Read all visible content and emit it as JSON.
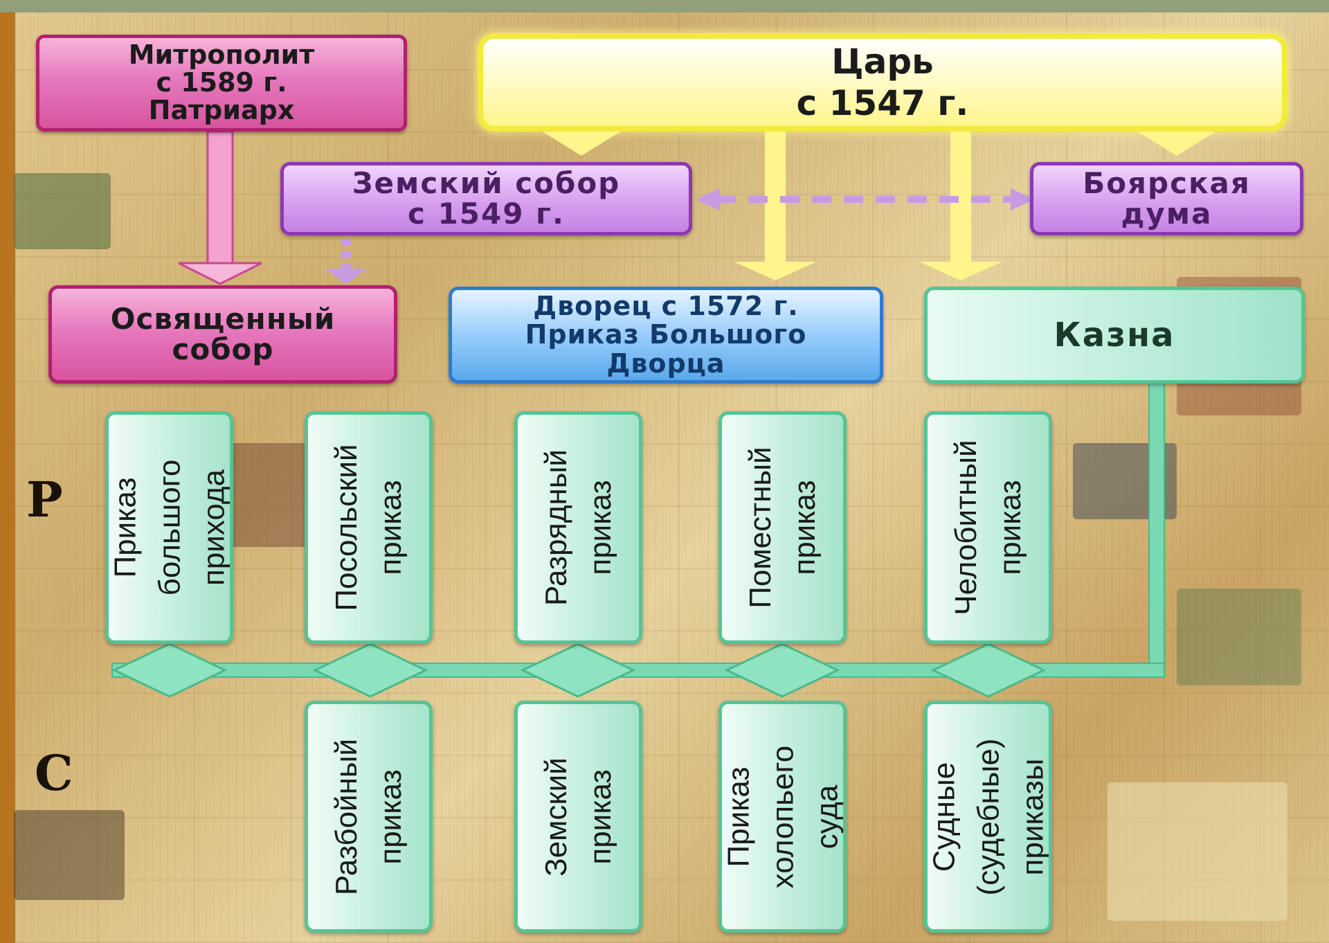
{
  "top": {
    "tsar": "Царь\nс 1547 г.",
    "metropolitan": "Митрополит\nс 1589 г.\nПатриарх"
  },
  "councils": {
    "zemsky_sobor": "Земский собор\nс 1549 г.",
    "boyar_duma": "Боярская\nдума",
    "holy_council": "Освященный\nсобор"
  },
  "institutions": {
    "palace": "Дворец с 1572 г.\nПриказ Большого\nДворца",
    "treasury": "Казна"
  },
  "prikazy_upper": [
    "Приказ\nбольшого прихода",
    "Посольский\nприказ",
    "Разрядный\nприказ",
    "Поместный\nприказ",
    "Челобитный\nприказ"
  ],
  "prikazy_lower": [
    "Разбойный\nприказ",
    "Земский\nприказ",
    "Приказ\nхолопьего суда",
    "Судные (судебные)\nприказы"
  ],
  "colors": {
    "church": "#e679bd",
    "tsar": "#fff58c",
    "councils": "#d59cee",
    "palace": "#98cdfb",
    "prikaz": "#bfeedd",
    "connector": "#7ad9b2"
  }
}
